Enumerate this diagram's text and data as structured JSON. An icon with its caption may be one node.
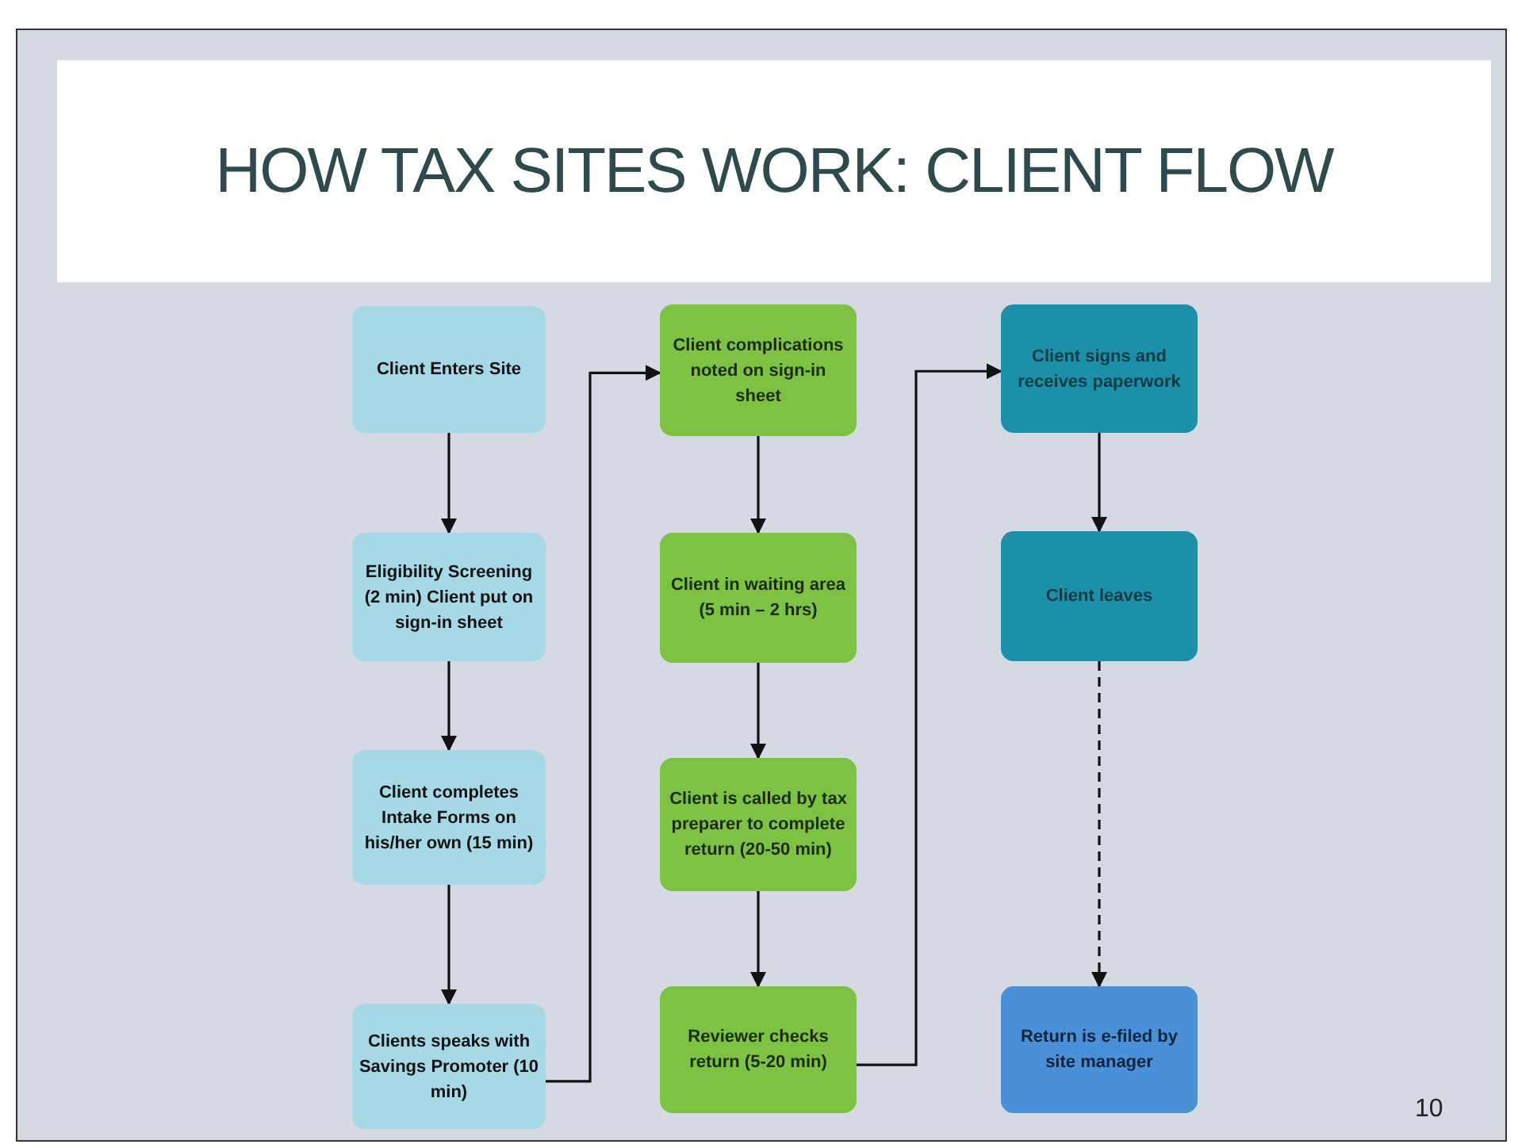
{
  "diagram": {
    "title": "HOW TAX SITES WORK: CLIENT FLOW",
    "nodes": [
      {
        "text": [
          "Client Enters Site"
        ]
      },
      {
        "text": [
          "Eligibility Screening (2 min) Client put on sign-in sheet"
        ]
      },
      {
        "text": [
          "Client completes Intake Forms on his/her own (15 min)"
        ]
      },
      {
        "text": [
          "Clients speaks with Savings Promoter (10 min)"
        ]
      },
      {
        "text": [
          "Client complications noted on sign-in sheet"
        ]
      },
      {
        "text": [
          "Client in waiting area (5 min – 2 hrs)"
        ]
      },
      {
        "text": [
          "Client is called by tax preparer to complete return (20-50 min)"
        ]
      },
      {
        "text": [
          "Reviewer checks return (5-20 min)"
        ]
      },
      {
        "text": [
          "Client signs and receives paperwork"
        ]
      },
      {
        "text": [
          "Client leaves"
        ]
      },
      {
        "text": [
          "Return is e-filed by site manager"
        ]
      }
    ],
    "edges": [
      {
        "from": 0,
        "to": 1,
        "arrow": "to"
      },
      {
        "from": 1,
        "to": 2,
        "arrow": "to"
      },
      {
        "from": 2,
        "to": 3,
        "arrow": "to"
      },
      {
        "from": 3,
        "to": 4,
        "arrow": "to"
      },
      {
        "from": 4,
        "to": 5,
        "arrow": "to"
      },
      {
        "from": 5,
        "to": 6,
        "arrow": "to"
      },
      {
        "from": 6,
        "to": 7,
        "arrow": "to"
      },
      {
        "from": 7,
        "to": 8,
        "arrow": "to"
      },
      {
        "from": 8,
        "to": 9,
        "arrow": "to"
      },
      {
        "from": 9,
        "to": 10,
        "arrow": "to",
        "style": "dashed"
      }
    ],
    "labels": [
      "10"
    ]
  }
}
